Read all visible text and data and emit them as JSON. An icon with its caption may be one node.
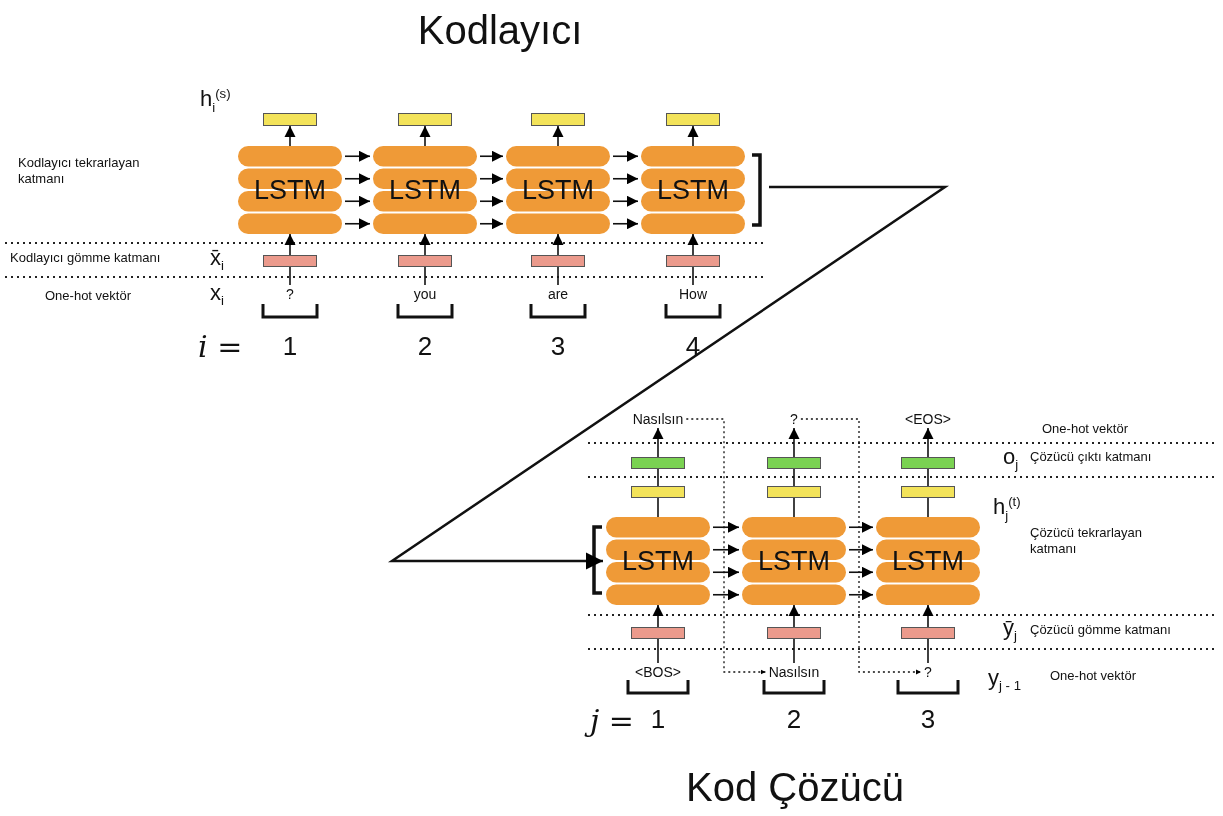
{
  "diagram": {
    "title": "Kodlayıcı",
    "caption": "Kod Çözücü",
    "nodes": [
      {
        "text": [],
        "shape": "bar"
      },
      {
        "text": [],
        "shape": "bar"
      },
      {
        "text": [],
        "shape": "bar"
      },
      {
        "text": [],
        "shape": "bar"
      },
      {
        "text": [
          "LSTM"
        ]
      },
      {
        "text": [
          "LSTM"
        ]
      },
      {
        "text": [
          "LSTM"
        ]
      },
      {
        "text": [
          "LSTM"
        ]
      },
      {
        "text": [],
        "shape": "bar"
      },
      {
        "text": [],
        "shape": "bar"
      },
      {
        "text": [],
        "shape": "bar"
      },
      {
        "text": [],
        "shape": "bar"
      },
      {
        "text": [
          "?"
        ]
      },
      {
        "text": [
          "you"
        ]
      },
      {
        "text": [
          "are"
        ]
      },
      {
        "text": [
          "How"
        ]
      },
      {
        "text": [
          "Nasılsın"
        ]
      },
      {
        "text": [
          "?"
        ]
      },
      {
        "text": [
          "<EOS>"
        ]
      },
      {
        "text": [],
        "shape": "bar"
      },
      {
        "text": [],
        "shape": "bar"
      },
      {
        "text": [],
        "shape": "bar"
      },
      {
        "text": [],
        "shape": "bar"
      },
      {
        "text": [],
        "shape": "bar"
      },
      {
        "text": [],
        "shape": "bar"
      },
      {
        "text": [
          "LSTM"
        ]
      },
      {
        "text": [
          "LSTM"
        ]
      },
      {
        "text": [
          "LSTM"
        ]
      },
      {
        "text": [],
        "shape": "bar"
      },
      {
        "text": [],
        "shape": "bar"
      },
      {
        "text": [],
        "shape": "bar"
      },
      {
        "text": [
          "<BOS>"
        ]
      },
      {
        "text": [
          "Nasılsın"
        ]
      },
      {
        "text": [
          "?"
        ]
      }
    ],
    "edges": [
      {
        "from": 12,
        "to": 8,
        "arrow": "none"
      },
      {
        "from": 8,
        "to": 4,
        "arrow": "to"
      },
      {
        "from": 4,
        "to": 0,
        "arrow": "to"
      },
      {
        "from": 13,
        "to": 9,
        "arrow": "none"
      },
      {
        "from": 9,
        "to": 5,
        "arrow": "to"
      },
      {
        "from": 5,
        "to": 1,
        "arrow": "to"
      },
      {
        "from": 14,
        "to": 10,
        "arrow": "none"
      },
      {
        "from": 10,
        "to": 6,
        "arrow": "to"
      },
      {
        "from": 6,
        "to": 2,
        "arrow": "to"
      },
      {
        "from": 15,
        "to": 11,
        "arrow": "none"
      },
      {
        "from": 11,
        "to": 7,
        "arrow": "to"
      },
      {
        "from": 7,
        "to": 3,
        "arrow": "to"
      },
      {
        "from": 4,
        "to": 5,
        "arrow": "to"
      },
      {
        "from": 4,
        "to": 5,
        "arrow": "to"
      },
      {
        "from": 4,
        "to": 5,
        "arrow": "to"
      },
      {
        "from": 4,
        "to": 5,
        "arrow": "to"
      },
      {
        "from": 5,
        "to": 6,
        "arrow": "to"
      },
      {
        "from": 5,
        "to": 6,
        "arrow": "to"
      },
      {
        "from": 5,
        "to": 6,
        "arrow": "to"
      },
      {
        "from": 5,
        "to": 6,
        "arrow": "to"
      },
      {
        "from": 6,
        "to": 7,
        "arrow": "to"
      },
      {
        "from": 6,
        "to": 7,
        "arrow": "to"
      },
      {
        "from": 6,
        "to": 7,
        "arrow": "to"
      },
      {
        "from": 6,
        "to": 7,
        "arrow": "to"
      },
      {
        "from": 7,
        "to": 25,
        "arrow": "to"
      },
      {
        "from": 31,
        "to": 28,
        "arrow": "none"
      },
      {
        "from": 28,
        "to": 25,
        "arrow": "to"
      },
      {
        "from": 25,
        "to": 22,
        "arrow": "none"
      },
      {
        "from": 22,
        "to": 19,
        "arrow": "none"
      },
      {
        "from": 19,
        "to": 16,
        "arrow": "to"
      },
      {
        "from": 32,
        "to": 29,
        "arrow": "none"
      },
      {
        "from": 29,
        "to": 26,
        "arrow": "to"
      },
      {
        "from": 26,
        "to": 23,
        "arrow": "none"
      },
      {
        "from": 23,
        "to": 20,
        "arrow": "none"
      },
      {
        "from": 20,
        "to": 17,
        "arrow": "to"
      },
      {
        "from": 33,
        "to": 30,
        "arrow": "none"
      },
      {
        "from": 30,
        "to": 27,
        "arrow": "to"
      },
      {
        "from": 27,
        "to": 24,
        "arrow": "none"
      },
      {
        "from": 24,
        "to": 21,
        "arrow": "none"
      },
      {
        "from": 21,
        "to": 18,
        "arrow": "to"
      },
      {
        "from": 25,
        "to": 26,
        "arrow": "to"
      },
      {
        "from": 25,
        "to": 26,
        "arrow": "to"
      },
      {
        "from": 25,
        "to": 26,
        "arrow": "to"
      },
      {
        "from": 25,
        "to": 26,
        "arrow": "to"
      },
      {
        "from": 26,
        "to": 27,
        "arrow": "to"
      },
      {
        "from": 26,
        "to": 27,
        "arrow": "to"
      },
      {
        "from": 26,
        "to": 27,
        "arrow": "to"
      },
      {
        "from": 26,
        "to": 27,
        "arrow": "to"
      },
      {
        "from": 16,
        "to": 32,
        "arrow": "to",
        "style": "dashed"
      },
      {
        "from": 17,
        "to": 33,
        "arrow": "to",
        "style": "dashed"
      }
    ],
    "labels": [
      "h$_{i}$$^{(s)}$",
      "Kodlayıcı tekrarlayan katmanı",
      "Kodlayıcı gömme katmanı",
      "x̄$_{i}$",
      "One-hot vektör",
      "x$_{i}$",
      "i =",
      "1",
      "2",
      "3",
      "4",
      "One-hot vektör",
      "o$_{j}$",
      "Çözücü çıktı katmanı",
      "h$_{j}$$^{(t)}$",
      "Çözücü tekrarlayan katmanı",
      "ȳ$_{j}$",
      "Çözücü gömme katmanı",
      "y$_{j - 1}$",
      "One-hot vektör",
      "j =",
      "1",
      "2",
      "3"
    ]
  }
}
